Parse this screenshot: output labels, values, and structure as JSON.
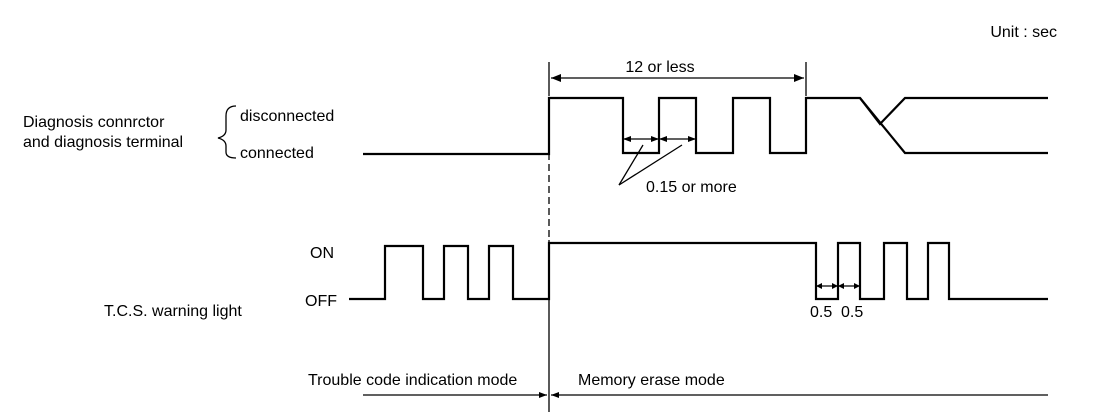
{
  "unit_label": "Unit : sec",
  "connector_signal": {
    "label_line1": "Diagnosis connrctor",
    "label_line2": "and diagnosis terminal",
    "state_high": "disconnected",
    "state_low": "connected"
  },
  "interval_label": "12 or less",
  "pulse_width_label": "0.15 or more",
  "warning_light": {
    "label": "T.C.S. warning light",
    "state_on": "ON",
    "state_off": "OFF",
    "interval_label_1": "0.5",
    "interval_label_2": "0.5"
  },
  "modes": {
    "left": "Trouble code indication mode",
    "right": "Memory erase mode"
  }
}
